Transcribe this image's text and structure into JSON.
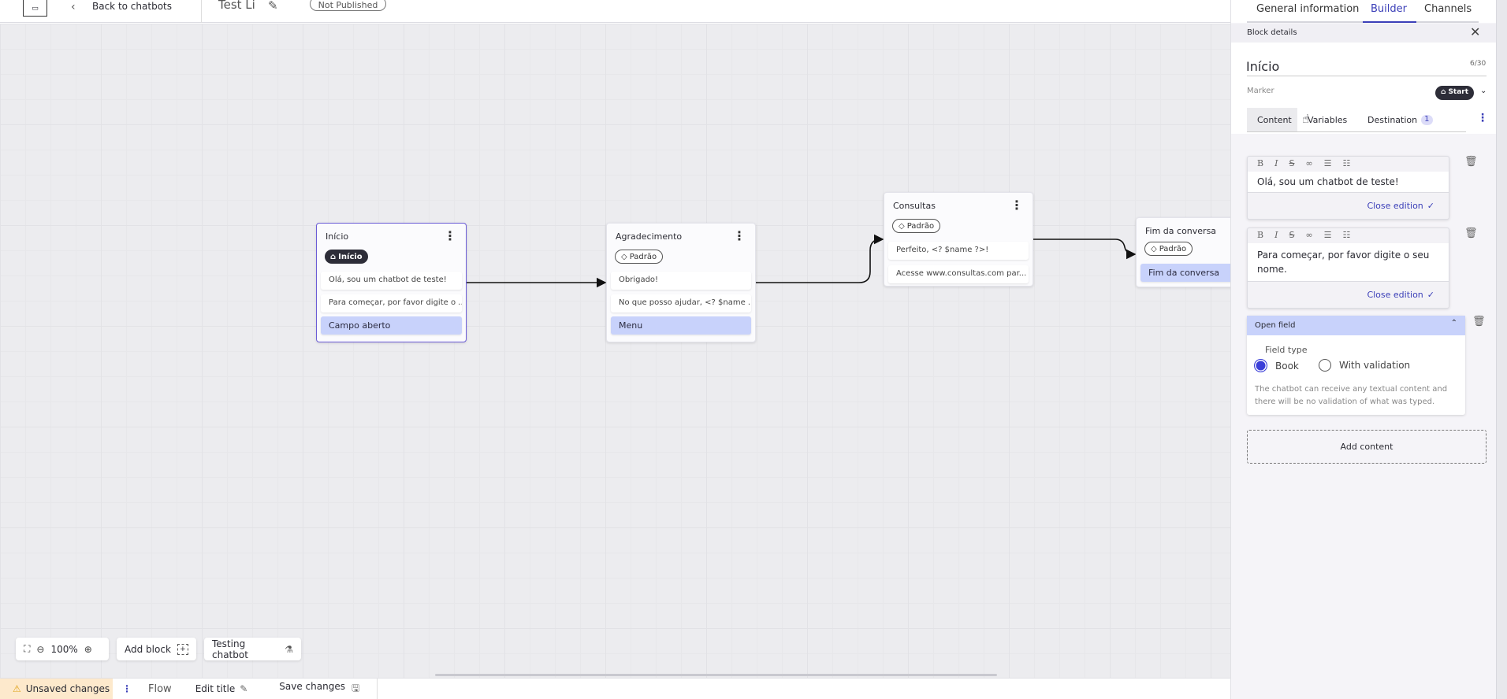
{
  "header": {
    "back_label": "Back to chatbots",
    "chatbot_title": "Test Li",
    "status_badge": "Not Published"
  },
  "top_tabs": [
    {
      "label": "General information"
    },
    {
      "label": "Builder",
      "active": true
    },
    {
      "label": "Channels"
    }
  ],
  "canvas": {
    "nodes": [
      {
        "title": "Início",
        "tag": "Início",
        "tag_style": "start",
        "rows": [
          "Olá, sou um chatbot de teste!",
          "Para começar, por favor digite o ..."
        ],
        "action": "Campo aberto"
      },
      {
        "title": "Agradecimento",
        "tag": "Padrão",
        "rows": [
          "Obrigado!",
          "No que posso ajudar, <? $name ..."
        ],
        "action": "Menu"
      },
      {
        "title": "Consultas",
        "tag": "Padrão",
        "rows": [
          "Perfeito, <? $name ?>!",
          "Acesse www.consultas.com par..."
        ]
      },
      {
        "title": "Fim da conversa",
        "tag": "Padrão",
        "action": "Fim da conversa"
      }
    ],
    "zoom_level": "100%",
    "add_block_label": "Add block",
    "testing_label": "Testing chatbot"
  },
  "bottombar": {
    "unsaved": "Unsaved changes",
    "flow": "Flow",
    "edit_title": "Edit title",
    "save": "Save changes"
  },
  "panel": {
    "header": "Block details",
    "block_name": "Início",
    "char_count": "6/30",
    "marker_label": "Marker",
    "marker_value": "Start",
    "tabs": [
      {
        "label": "Content",
        "active": true
      },
      {
        "label": "Variables"
      },
      {
        "label": "Destination",
        "badge": "1"
      }
    ],
    "editors": [
      {
        "text": "Olá, sou um chatbot de teste!",
        "close_label": "Close edition"
      },
      {
        "text": "Para começar, por favor digite o seu nome.",
        "close_label": "Close edition"
      }
    ],
    "open_field": {
      "title": "Open field",
      "field_type_label": "Field type",
      "options": [
        {
          "label": "Book",
          "selected": true
        },
        {
          "label": "With validation",
          "selected": false
        }
      ],
      "description": "The chatbot can receive any textual content and there will be no validation of what was typed."
    },
    "add_content": "Add content"
  },
  "colors": {
    "accent": "#3b3fb8",
    "action_row": "#c8d2fb",
    "warning_bg": "#fde9cc"
  }
}
